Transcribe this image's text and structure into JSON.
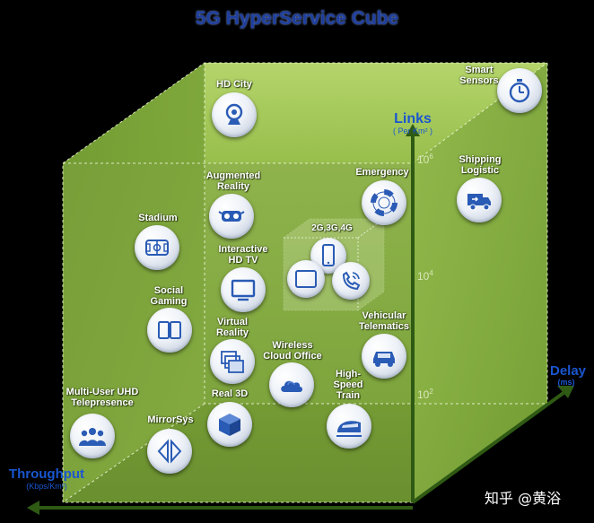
{
  "title": "5G HyperService Cube",
  "axes": {
    "links": {
      "title": "Links",
      "unit": "( Per Km² )",
      "ticks": [
        {
          "base": "10",
          "exp": "6"
        },
        {
          "base": "10",
          "exp": "4"
        },
        {
          "base": "10",
          "exp": "2"
        }
      ]
    },
    "delay": {
      "title": "Delay",
      "unit": "(ms)"
    },
    "throughput": {
      "title": "Throughput",
      "unit": "(Kbps/Km²)"
    }
  },
  "legacy_cube": {
    "label": "2G,3G,4G"
  },
  "services": [
    {
      "id": "hd-city",
      "label": "HD City",
      "icon": "camera-icon"
    },
    {
      "id": "smart-sensors",
      "label": "Smart\nSensors",
      "icon": "stopwatch-icon"
    },
    {
      "id": "shipping-logistic",
      "label": "Shipping\nLogistic",
      "icon": "truck-icon"
    },
    {
      "id": "emergency",
      "label": "Emergency",
      "icon": "lifebuoy-icon"
    },
    {
      "id": "augmented-reality",
      "label": "Augmented\nReality",
      "icon": "ar-headset-icon"
    },
    {
      "id": "stadium",
      "label": "Stadium",
      "icon": "stadium-icon"
    },
    {
      "id": "interactive-hd-tv",
      "label": "Interactive\nHD TV",
      "icon": "tv-icon"
    },
    {
      "id": "social-gaming",
      "label": "Social\nGaming",
      "icon": "tablets-icon"
    },
    {
      "id": "virtual-reality",
      "label": "Virtual\nReality",
      "icon": "vr-screens-icon"
    },
    {
      "id": "wireless-cloud-office",
      "label": "Wireless\nCloud Office",
      "icon": "cloud-icon"
    },
    {
      "id": "vehicular-telematics",
      "label": "Vehicular\nTelematics",
      "icon": "car-icon"
    },
    {
      "id": "multi-user-uhd-telepresence",
      "label": "Multi-User UHD\nTelepresence",
      "icon": "group-icon"
    },
    {
      "id": "real-3d",
      "label": "Real 3D",
      "icon": "cube-icon"
    },
    {
      "id": "high-speed-train",
      "label": "High-\nSpeed\nTrain",
      "icon": "train-icon"
    },
    {
      "id": "mirrorsys",
      "label": "MirrorSys",
      "icon": "mirror-icon"
    }
  ],
  "watermark": "知乎 @黄浴",
  "colors": {
    "title": "#1f3f9f",
    "axis": "#1a56d0",
    "face_left": "#76a02e",
    "face_back": "#8fb63e",
    "face_top": "#a6c95a",
    "axis_arrow": "#2f5a14"
  }
}
